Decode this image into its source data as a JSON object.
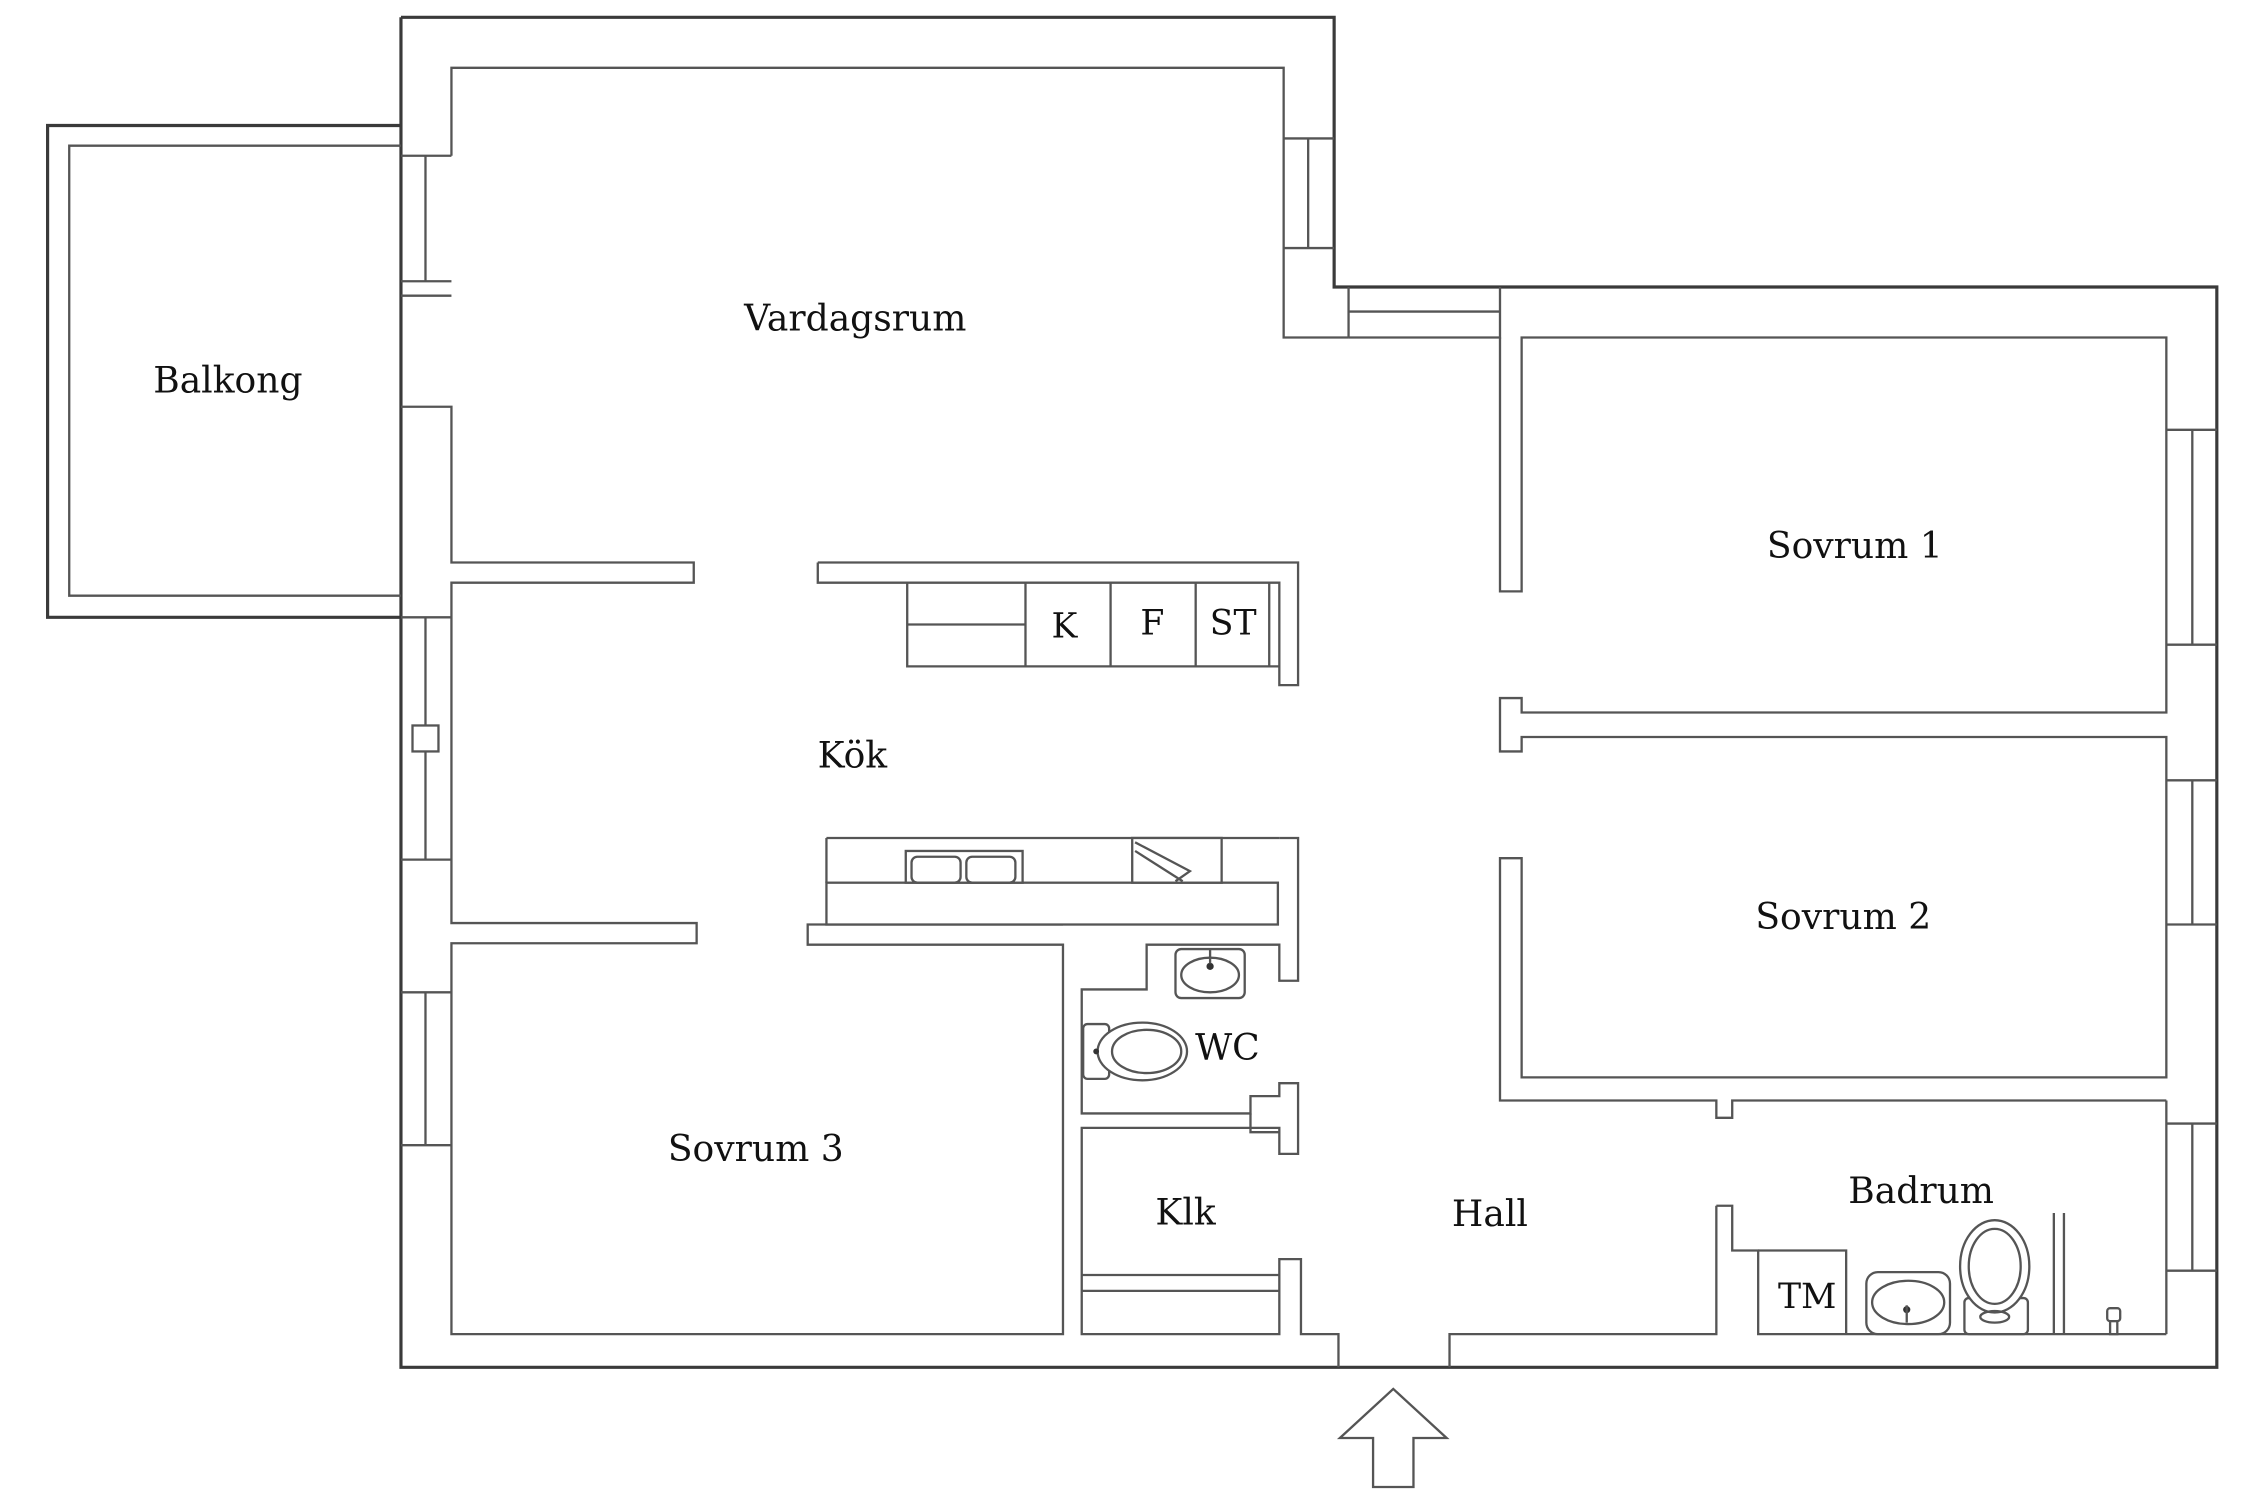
{
  "rooms": {
    "vardagsrum": "Vardagsrum",
    "balkong": "Balkong",
    "sovrum1": "Sovrum 1",
    "sovrum2": "Sovrum 2",
    "sovrum3": "Sovrum 3",
    "kok": "Kök",
    "wc": "WC",
    "klk": "Klk",
    "hall": "Hall",
    "badrum": "Badrum"
  },
  "fixtures": {
    "k": "K",
    "f": "F",
    "st": "ST",
    "tm": "TM"
  },
  "colors": {
    "line": "#3a3a3a",
    "background": "#ffffff"
  }
}
